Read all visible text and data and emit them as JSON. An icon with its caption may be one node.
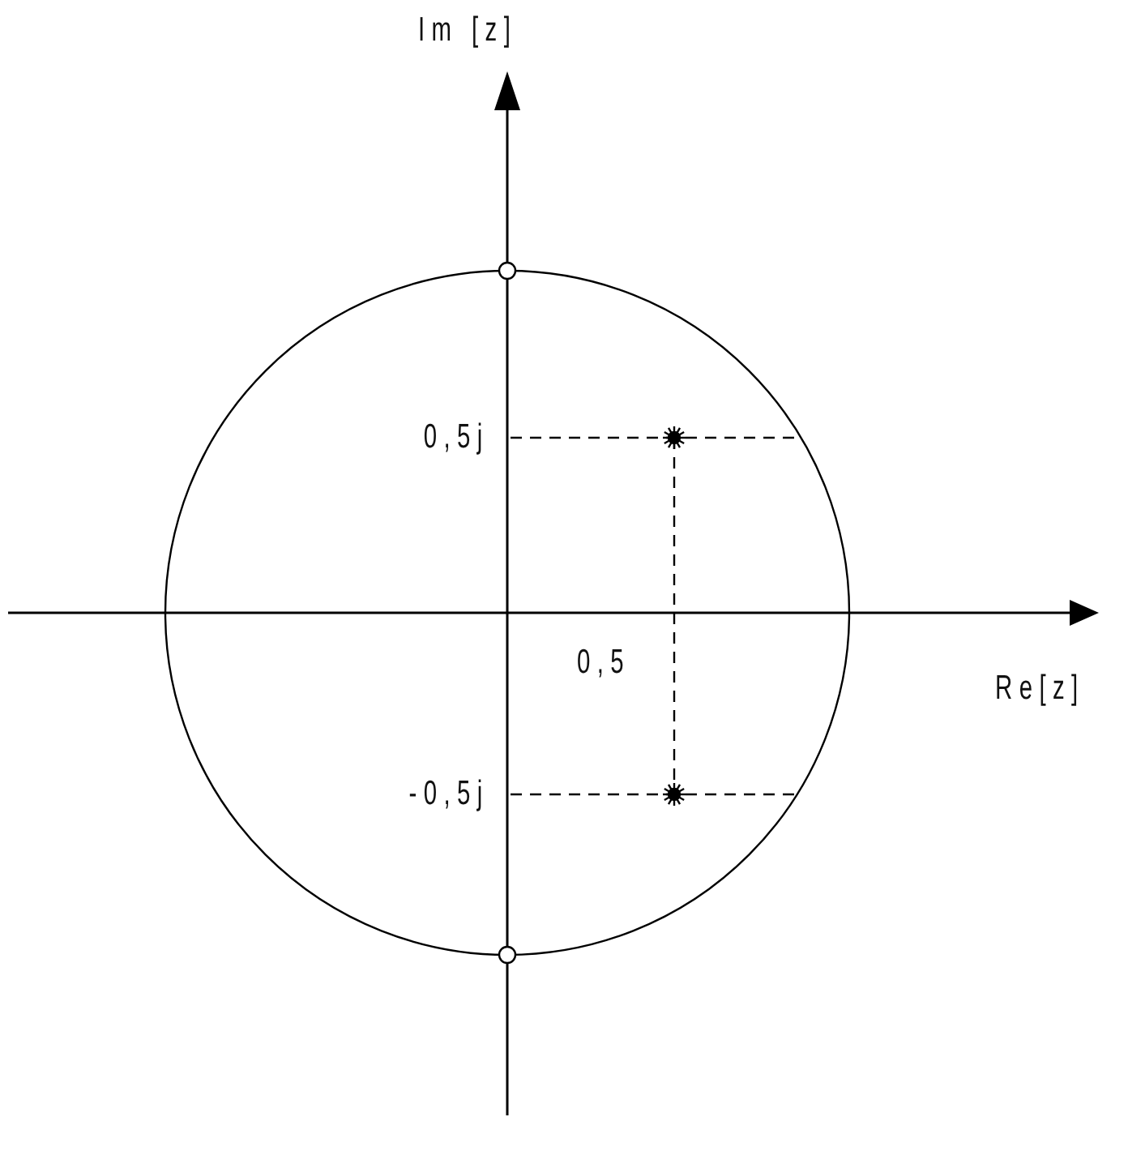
{
  "diagram": {
    "labels": [
      "Im [z]",
      "0,5j",
      "0,5",
      "-0,5j",
      "Re[z]"
    ]
  }
}
